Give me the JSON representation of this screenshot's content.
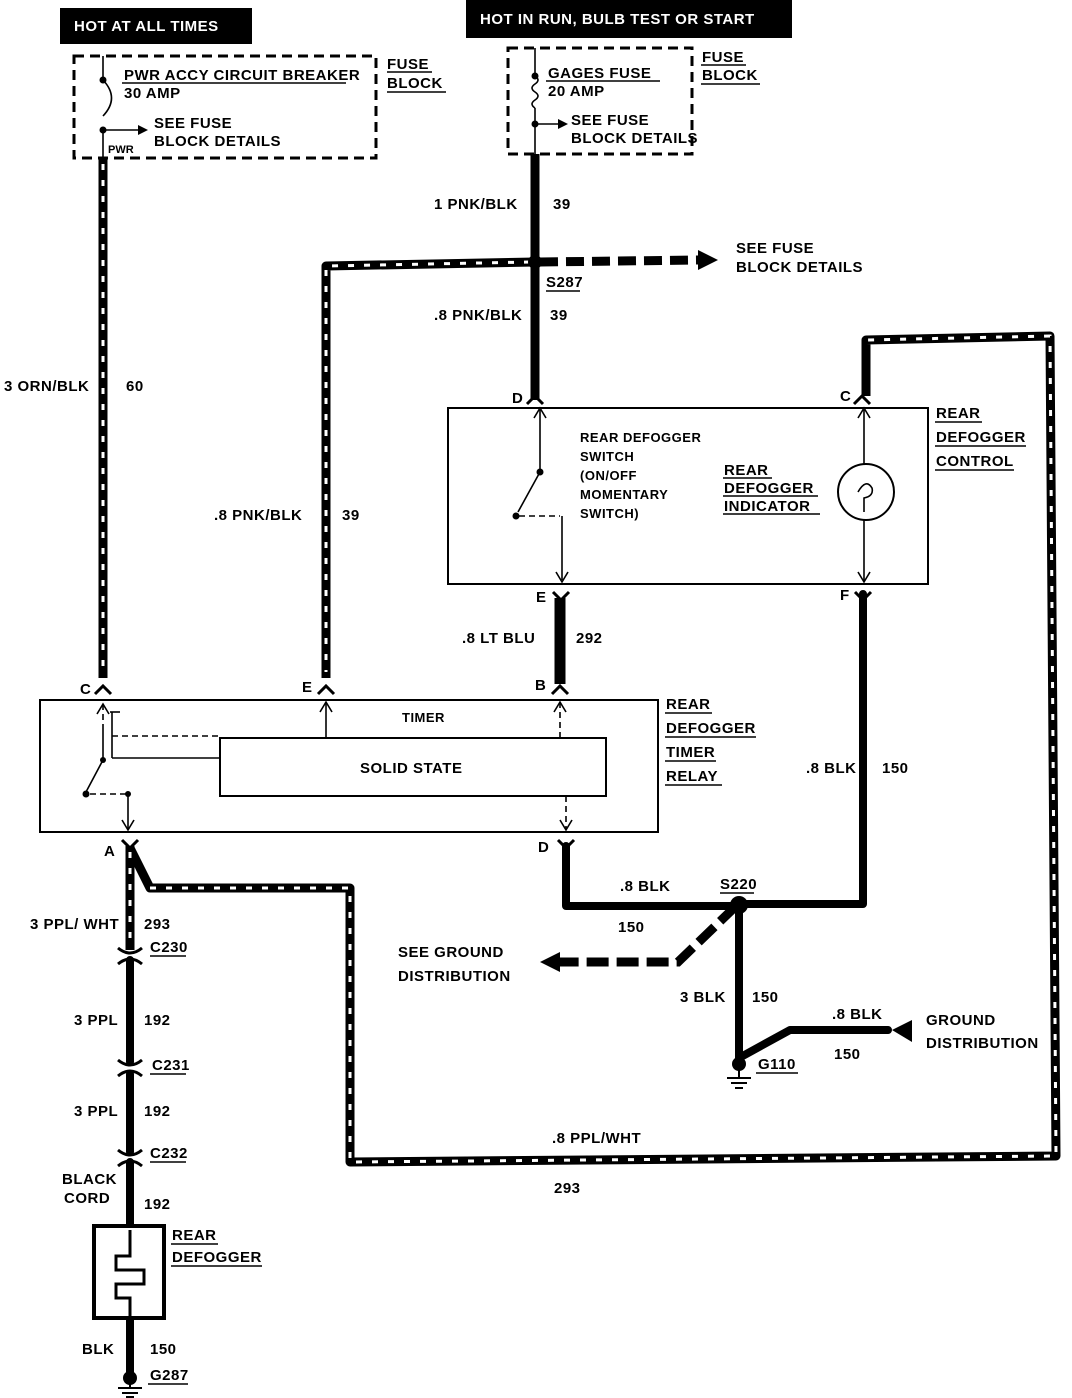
{
  "headers": {
    "hot_at_all_times": "HOT AT ALL TIMES",
    "hot_in_run": "HOT IN RUN, BULB TEST OR START"
  },
  "fuse_block_left": {
    "title_1": "FUSE",
    "title_2": "BLOCK",
    "device": "PWR ACCY CIRCUIT BREAKER",
    "rating": "30  AMP",
    "see_1": "SEE FUSE",
    "see_2": "BLOCK DETAILS",
    "terminal": "PWR"
  },
  "fuse_block_right": {
    "title_1": "FUSE",
    "title_2": "BLOCK",
    "device": "GAGES FUSE",
    "rating": "20  AMP",
    "see_1": "SEE FUSE",
    "see_2": "BLOCK DETAILS"
  },
  "splice_see_fuse": {
    "line_1": "SEE FUSE",
    "line_2": "BLOCK DETAILS"
  },
  "wires": {
    "orn_blk": "3 ORN/BLK",
    "orn_blk_num": "60",
    "pnk_blk_top": "1 PNK/BLK",
    "pnk_blk_top_num": "39",
    "pnk_blk_mid": ".8 PNK/BLK",
    "pnk_blk_mid_num": "39",
    "pnk_blk_left": ".8 PNK/BLK",
    "pnk_blk_left_num": "39",
    "lt_blu": ".8 LT BLU",
    "lt_blu_num": "292",
    "blk_right": ".8 BLK",
    "blk_right_num": "150",
    "blk_s220": ".8 BLK",
    "blk_s220_num": "150",
    "ppl_wht": "3 PPL/ WHT",
    "ppl_wht_num": "293",
    "ppl_1": "3 PPL",
    "ppl_1_num": "192",
    "ppl_2": "3 PPL",
    "ppl_2_num": "192",
    "black_cord_1": "BLACK",
    "black_cord_2": "CORD",
    "black_cord_num": "192",
    "blk_bottom": "BLK",
    "blk_bottom_num": "150",
    "blk_3": "3 BLK",
    "blk_3_num": "150",
    "blk_gd": ".8 BLK",
    "blk_gd_num": "150",
    "ppl_wht_loop": ".8 PPL/WHT",
    "ppl_wht_loop_num": "293"
  },
  "splices": {
    "s287": "S287",
    "s220": "S220"
  },
  "connectors": {
    "c230": "C230",
    "c231": "C231",
    "c232": "C232"
  },
  "grounds": {
    "g110": "G110",
    "g287": "G287"
  },
  "control": {
    "title_1": "REAR",
    "title_2": "DEFOGGER",
    "title_3": "CONTROL",
    "switch_1": "REAR DEFOGGER",
    "switch_2": "SWITCH",
    "switch_3": "(ON/OFF",
    "switch_4": "MOMENTARY",
    "switch_5": "SWITCH)",
    "indicator_1": "REAR",
    "indicator_2": "DEFOGGER",
    "indicator_3": "INDICATOR",
    "pin_d": "D",
    "pin_c": "C",
    "pin_e": "E",
    "pin_f": "F"
  },
  "relay": {
    "title_1": "REAR",
    "title_2": "DEFOGGER",
    "title_3": "TIMER",
    "title_4": "RELAY",
    "timer": "TIMER",
    "solid_state": "SOLID STATE",
    "pin_c": "C",
    "pin_e": "E",
    "pin_b": "B",
    "pin_a": "A",
    "pin_d": "D"
  },
  "ground_dist_left": {
    "line_1": "SEE GROUND",
    "line_2": "DISTRIBUTION"
  },
  "ground_dist_right": {
    "line_1": "GROUND",
    "line_2": "DISTRIBUTION"
  },
  "defogger": {
    "line_1": "REAR",
    "line_2": "DEFOGGER"
  }
}
